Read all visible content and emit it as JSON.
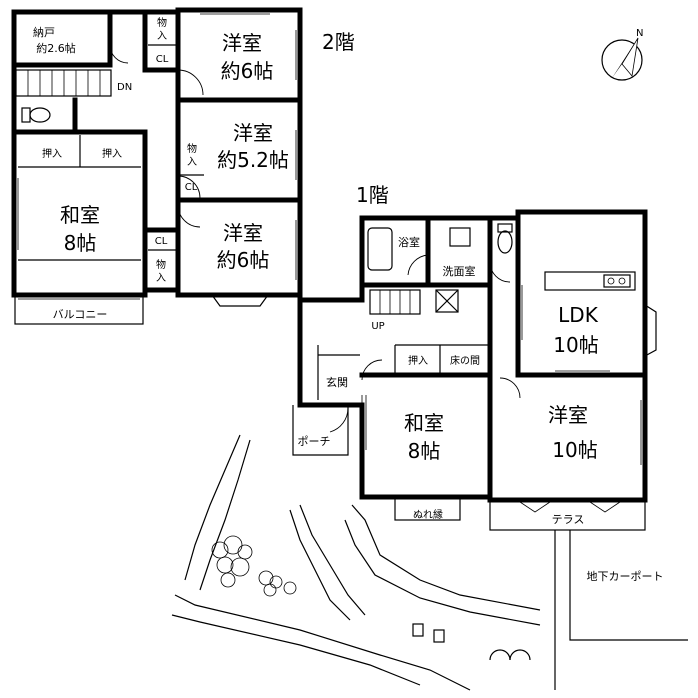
{
  "floor2": {
    "title": "2階",
    "rooms": {
      "nando": [
        "納戸",
        "約2.6帖"
      ],
      "washitsu": [
        "和室",
        "8帖"
      ],
      "yoshitsu_a": [
        "洋室",
        "約6帖"
      ],
      "yoshitsu_b": [
        "洋室",
        "約5.2帖"
      ],
      "yoshitsu_c": [
        "洋室",
        "約6帖"
      ]
    },
    "oshiire_left": "押入",
    "oshiire_right": "押入",
    "mono": [
      "物",
      "入"
    ],
    "cl": "CL",
    "dn": "DN",
    "balcony": "バルコニー"
  },
  "floor1": {
    "title": "1階",
    "rooms": {
      "ldk": [
        "LDK",
        "10帖"
      ],
      "yoshitsu": [
        "洋室",
        "10帖"
      ],
      "washitsu": [
        "和室",
        "8帖"
      ]
    },
    "yokushitsu": "浴室",
    "senmenshitsu": "洗面室",
    "genkan": "玄関",
    "oshiire": "押入",
    "tokonoma": "床の間",
    "up": "UP",
    "porch": "ポーチ",
    "nureen": "ぬれ縁",
    "terrace": "テラス",
    "carport": "地下カーポート"
  },
  "compass": {
    "label": "N"
  }
}
